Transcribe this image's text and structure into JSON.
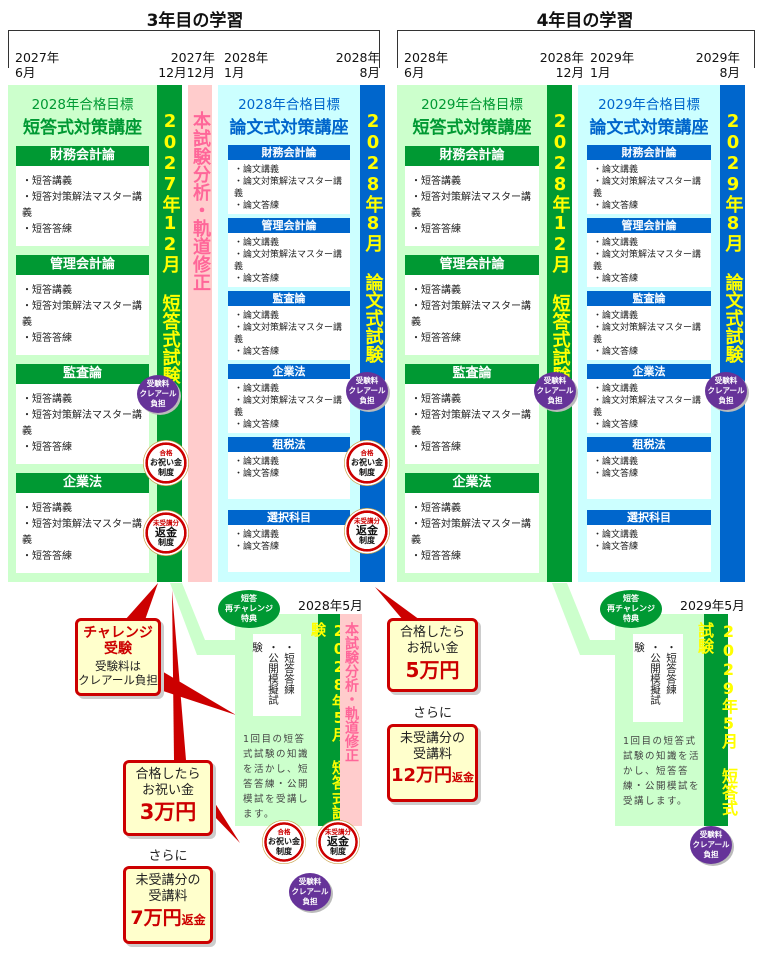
{
  "year3": {
    "title": "3年目の学習",
    "dates": {
      "start": [
        "2027年",
        "6月"
      ],
      "mid1": [
        "2027年",
        "12月"
      ],
      "mid2": [
        "12月"
      ],
      "mid3": [
        "2028年",
        "1月"
      ],
      "end": [
        "2028年",
        "8月"
      ]
    },
    "short_panel": {
      "subtitle": "2028年合格目標",
      "title": "短答式対策講座",
      "bar": "2027年12月 短答式試験",
      "subjects": [
        {
          "name": "財務会計論",
          "items": [
            "短答講義",
            "短答対策解法マスター講義",
            "短答答練"
          ]
        },
        {
          "name": "管理会計論",
          "items": [
            "短答講義",
            "短答対策解法マスター講義",
            "短答答練"
          ]
        },
        {
          "name": "監査論",
          "items": [
            "短答講義",
            "短答対策解法マスター講義",
            "短答答練"
          ]
        },
        {
          "name": "企業法",
          "items": [
            "短答講義",
            "短答対策解法マスター講義",
            "短答答練"
          ]
        }
      ]
    },
    "analysis_bar": "本試験分析・軌道修正",
    "essay_panel": {
      "subtitle": "2028年合格目標",
      "title": "論文式対策講座",
      "bar": "2028年8月 論文式試験",
      "subjects": [
        {
          "name": "財務会計論",
          "items": [
            "論文講義",
            "論文対策解法マスター講義",
            "論文答練"
          ]
        },
        {
          "name": "管理会計論",
          "items": [
            "論文講義",
            "論文対策解法マスター講義",
            "論文答練"
          ]
        },
        {
          "name": "監査論",
          "items": [
            "論文講義",
            "論文対策解法マスター講義",
            "論文答練"
          ]
        },
        {
          "name": "企業法",
          "items": [
            "論文講義",
            "論文対策解法マスター講義",
            "論文答練"
          ]
        },
        {
          "name": "租税法",
          "items": [
            "論文講義",
            "論文答練"
          ]
        },
        {
          "name": "選択科目",
          "items": [
            "論文講義",
            "論文答練"
          ]
        }
      ]
    },
    "may": {
      "date": "2028年5月",
      "badge": [
        "短答",
        "再チャレンジ",
        "特典"
      ],
      "items": [
        "・短答答練",
        "・公開模擬試験"
      ],
      "desc": "1回目の短答式試験の知識を活かし、短答答練・公開模試を受講します。",
      "bar": "2028年5月 短答式試験",
      "analysis": "本試験分析・軌道修正"
    },
    "callouts": {
      "challenge": {
        "title": "チャレンジ受験",
        "line1": "受験料は",
        "line2": "クレアール負担"
      },
      "reward3": {
        "line1": "合格したら",
        "line2": "お祝い金",
        "amount": "3万円"
      },
      "sarani1": "さらに",
      "refund7": {
        "line1": "未受講分の",
        "line2": "受講料",
        "amount": "7万円",
        "suffix": "返金"
      },
      "reward5": {
        "line1": "合格したら",
        "line2": "お祝い金",
        "amount": "5万円"
      },
      "sarani2": "さらに",
      "refund12": {
        "line1": "未受講分の",
        "line2": "受講料",
        "amount": "12万円",
        "suffix": "返金"
      }
    }
  },
  "year4": {
    "title": "4年目の学習",
    "dates": {
      "start": [
        "2028年",
        "6月"
      ],
      "mid1": [
        "2028年",
        "12月"
      ],
      "mid3": [
        "2029年",
        "1月"
      ],
      "end": [
        "2029年",
        "8月"
      ]
    },
    "short_panel": {
      "subtitle": "2029年合格目標",
      "title": "短答式対策講座",
      "bar": "2028年12月 短答式試験",
      "subjects": [
        {
          "name": "財務会計論",
          "items": [
            "短答講義",
            "短答対策解法マスター講義",
            "短答答練"
          ]
        },
        {
          "name": "管理会計論",
          "items": [
            "短答講義",
            "短答対策解法マスター講義",
            "短答答練"
          ]
        },
        {
          "name": "監査論",
          "items": [
            "短答講義",
            "短答対策解法マスター講義",
            "短答答練"
          ]
        },
        {
          "name": "企業法",
          "items": [
            "短答講義",
            "短答対策解法マスター講義",
            "短答答練"
          ]
        }
      ]
    },
    "essay_panel": {
      "subtitle": "2029年合格目標",
      "title": "論文式対策講座",
      "bar": "2029年8月 論文式試験",
      "subjects": [
        {
          "name": "財務会計論",
          "items": [
            "論文講義",
            "論文対策解法マスター講義",
            "論文答練"
          ]
        },
        {
          "name": "管理会計論",
          "items": [
            "論文講義",
            "論文対策解法マスター講義",
            "論文答練"
          ]
        },
        {
          "name": "監査論",
          "items": [
            "論文講義",
            "論文対策解法マスター講義",
            "論文答練"
          ]
        },
        {
          "name": "企業法",
          "items": [
            "論文講義",
            "論文対策解法マスター講義",
            "論文答練"
          ]
        },
        {
          "name": "租税法",
          "items": [
            "論文講義",
            "論文答練"
          ]
        },
        {
          "name": "選択科目",
          "items": [
            "論文講義",
            "論文答練"
          ]
        }
      ]
    },
    "may": {
      "date": "2029年5月",
      "badge": [
        "短答",
        "再チャレンジ",
        "特典"
      ],
      "items": [
        "・短答答練",
        "・公開模擬試験"
      ],
      "desc": "1回目の短答式試験の知識を活かし、短答答練・公開模試を受講します。",
      "bar": "2029年5月 短答式試験"
    }
  },
  "badges": {
    "seal": [
      "受験料",
      "クレアール",
      "負担"
    ],
    "reward_medal": [
      "合格",
      "お祝い金",
      "制度"
    ],
    "refund_medal": [
      "未受講分",
      "返金",
      "制度"
    ]
  },
  "colors": {
    "green": "#009933",
    "blue": "#0066cc",
    "pink": "#ff6699",
    "yellow": "#ffff00",
    "red": "#cc0000",
    "purple": "#663399",
    "light_green": "#ccffcc",
    "light_blue": "#ccffff"
  }
}
